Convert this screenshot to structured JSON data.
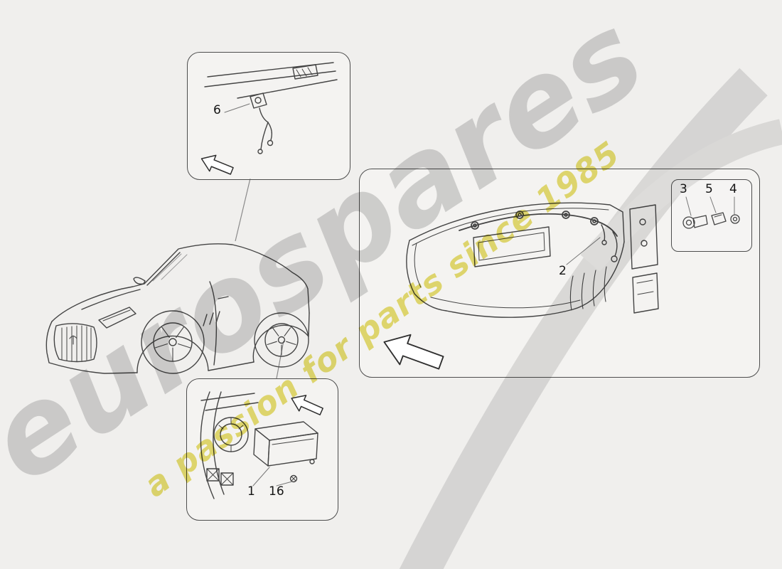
{
  "watermark": {
    "brand": "eurospares",
    "tagline": "a passion for parts since 1985",
    "brand_color": "#d7d7d7",
    "tagline_color": "#e5dc63"
  },
  "diagram": {
    "background_color": "#f0efed",
    "line_color": "#444444",
    "parts": {
      "cabin_sensor_callout": "6",
      "rear_harness": "2",
      "parking_sensor": "3",
      "sensor_bracket": "5",
      "sensor_clip": "4",
      "control_unit": "1",
      "control_unit_fastener": "16"
    }
  }
}
